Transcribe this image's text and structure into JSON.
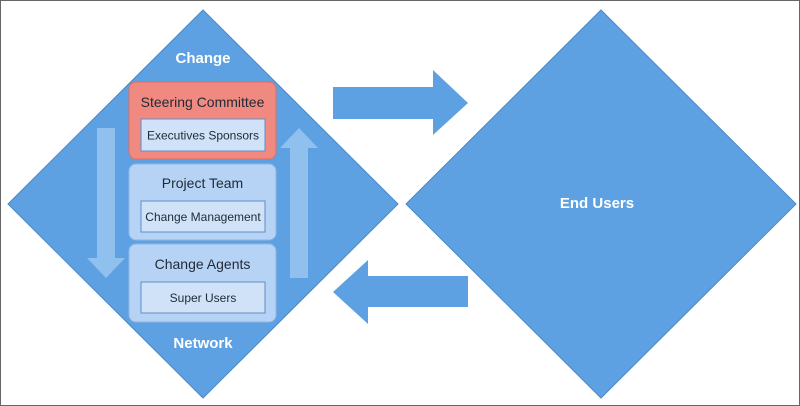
{
  "colors": {
    "frame": "#666666",
    "diamond_fill": "#5ea1e2",
    "diamond_stroke": "#4a89c8",
    "arrow_fill": "#5ea1e2",
    "faint_arrow": "#8fc0ee",
    "box_fill": "#b6d3f5",
    "box_stroke": "#8fb6e2",
    "inner_fill": "#cfe2f8",
    "inner_stroke": "#5f8fc6",
    "highlight_fill": "#f08a80",
    "highlight_stroke": "#e46c62",
    "label_white": "#ffffff",
    "text_dark": "#1f2a36"
  },
  "left_diamond": {
    "top_label": "Change",
    "bottom_label": "Network",
    "tiers": [
      {
        "title": "Steering Committee",
        "sub": "Executives Sponsors",
        "highlight": true
      },
      {
        "title": "Project Team",
        "sub": "Change Management",
        "highlight": false
      },
      {
        "title": "Change Agents",
        "sub": "Super Users",
        "highlight": false
      }
    ],
    "inner_arrows": [
      "arrow-down-icon",
      "arrow-up-icon"
    ]
  },
  "right_diamond": {
    "label": "End Users"
  },
  "connectors": [
    "arrow-right-icon",
    "arrow-left-icon"
  ]
}
